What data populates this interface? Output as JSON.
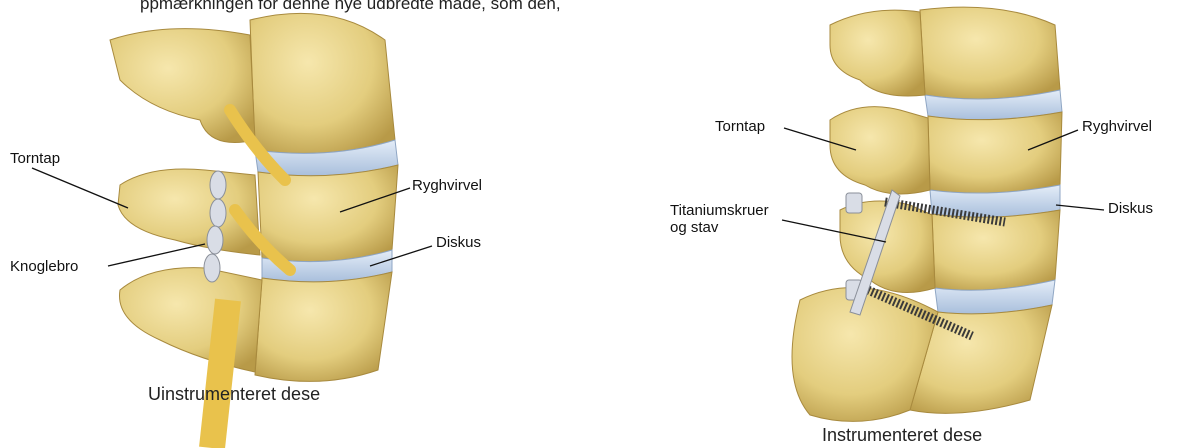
{
  "top_text": "ppmærkningen for denne nye udbredte måde, som den,",
  "left": {
    "caption": "Uinstrumenteret dese",
    "labels": {
      "torntap": "Torntap",
      "ryghvirvel": "Ryghvirvel",
      "knoglebro": "Knoglebro",
      "diskus": "Diskus"
    }
  },
  "right": {
    "caption": "Instrumenteret dese",
    "labels": {
      "torntap": "Torntap",
      "ryghvirvel": "Ryghvirvel",
      "titanium_line1": "Titaniumskruer",
      "titanium_line2": "og stav",
      "diskus": "Diskus"
    }
  },
  "colors": {
    "bone": "#e8d48a",
    "bone_shadow": "#b79a45",
    "disc": "#c3d4ea",
    "nerve": "#e9c24c",
    "metal": "#d9dde6",
    "screw": "#3a3a3a",
    "leader": "#111111"
  }
}
